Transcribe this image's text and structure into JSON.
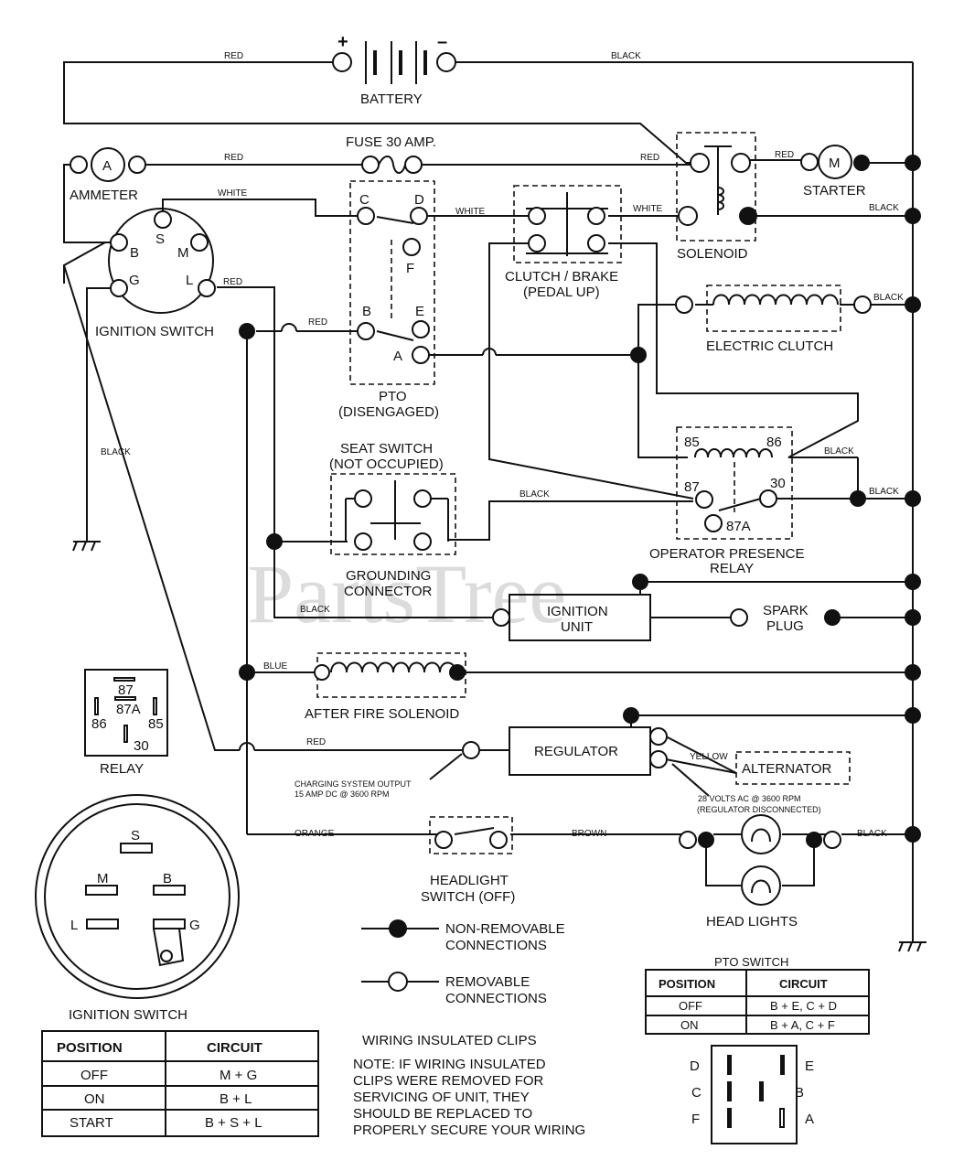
{
  "watermark": "PartsTree",
  "components": {
    "battery": "BATTERY",
    "battery_plus": "+",
    "battery_minus": "–",
    "fuse": "FUSE 30 AMP.",
    "ammeter": "AMMETER",
    "ammeter_symbol": "A",
    "starter": "STARTER",
    "starter_symbol": "M",
    "solenoid": "SOLENOID",
    "clutch_brake": "CLUTCH / BRAKE",
    "clutch_brake_sub": "(PEDAL UP)",
    "electric_clutch": "ELECTRIC CLUTCH",
    "ignition_switch": "IGNITION SWITCH",
    "pto": "PTO",
    "pto_sub": "(DISENGAGED)",
    "seat_switch": "SEAT SWITCH",
    "seat_switch_sub": "(NOT OCCUPIED)",
    "grounding": "GROUNDING",
    "connector": "CONNECTOR",
    "opr_relay": "OPERATOR PRESENCE",
    "opr_relay_sub": "RELAY",
    "ignition_unit_1": "IGNITION",
    "ignition_unit_2": "UNIT",
    "spark_plug_1": "SPARK",
    "spark_plug_2": "PLUG",
    "after_fire": "AFTER FIRE SOLENOID",
    "regulator": "REGULATOR",
    "alternator": "ALTERNATOR",
    "headlight_switch": "HEADLIGHT",
    "headlight_switch_sub": "SWITCH (OFF)",
    "head_lights": "HEAD LIGHTS",
    "relay": "RELAY",
    "ignition_switch_bottom": "IGNITION SWITCH"
  },
  "wires": {
    "red": "RED",
    "black": "BLACK",
    "white": "WHITE",
    "blue": "BLUE",
    "orange": "ORANGE",
    "brown": "BROWN",
    "yellow": "YELLOW"
  },
  "terminals": {
    "s": "S",
    "b": "B",
    "m": "M",
    "g": "G",
    "l": "L",
    "c": "C",
    "d": "D",
    "f": "F",
    "e": "E",
    "a": "A",
    "r85": "85",
    "r86": "86",
    "r87": "87",
    "r30": "30",
    "r87a": "87A"
  },
  "notes": {
    "charging_1": "CHARGING SYSTEM OUTPUT",
    "charging_2": "15 AMP DC @ 3600 RPM",
    "alt_1": "28 VOLTS AC @ 3600 RPM",
    "alt_2": "(REGULATOR DISCONNECTED)",
    "clips_title": "WIRING INSULATED CLIPS",
    "clips_1": "NOTE: IF WIRING INSULATED",
    "clips_2": "CLIPS WERE REMOVED FOR",
    "clips_3": "SERVICING OF UNIT, THEY",
    "clips_4": "SHOULD BE REPLACED TO",
    "clips_5": "PROPERLY SECURE YOUR WIRING"
  },
  "legend": {
    "non_removable_1": "NON-REMOVABLE",
    "non_removable_2": "CONNECTIONS",
    "removable_1": "REMOVABLE",
    "removable_2": "CONNECTIONS"
  },
  "ignition_table": {
    "headers": [
      "POSITION",
      "CIRCUIT"
    ],
    "rows": [
      [
        "OFF",
        "M + G"
      ],
      [
        "ON",
        "B + L"
      ],
      [
        "START",
        "B + S + L"
      ]
    ]
  },
  "pto_table": {
    "title": "PTO SWITCH",
    "headers": [
      "POSITION",
      "CIRCUIT"
    ],
    "rows": [
      [
        "OFF",
        "B + E, C + D"
      ],
      [
        "ON",
        "B + A, C + F"
      ]
    ]
  }
}
